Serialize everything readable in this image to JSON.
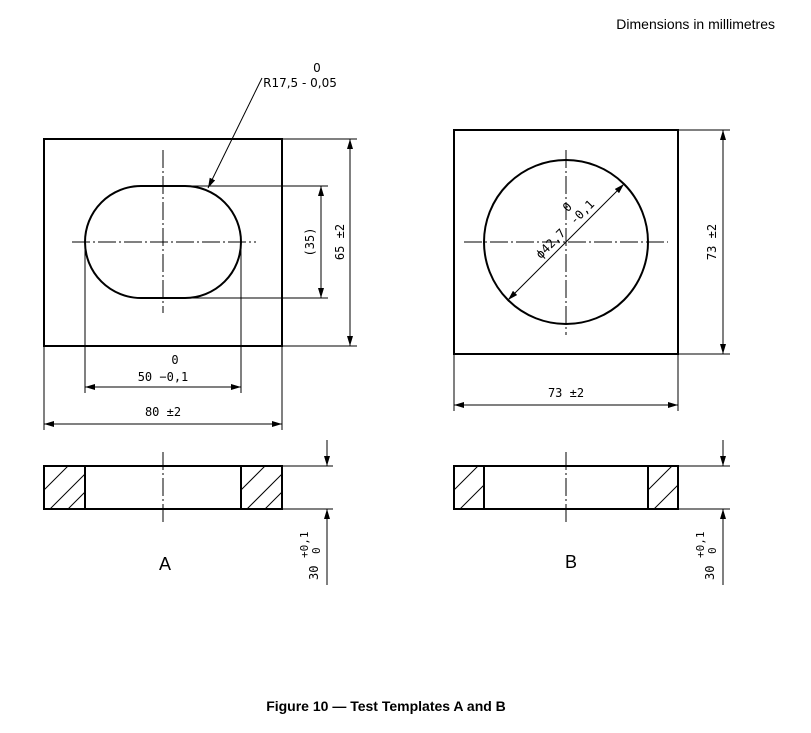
{
  "header": {
    "units_note": "Dimensions in millimetres"
  },
  "template_a": {
    "label": "A",
    "radius_tol_upper": "0",
    "radius_dim": "R17,5 - 0,05",
    "slot_height": "(35)",
    "height": "65 ±2",
    "slot_width_tol_upper": "0",
    "slot_width": "50 −0,1",
    "width": "80 ±2",
    "thickness": "30",
    "thickness_tol_upper": "+0,1",
    "thickness_tol_lower": "0"
  },
  "template_b": {
    "label": "B",
    "diameter": "ϕ42,7",
    "diameter_tol_upper": "0",
    "diameter_tol_lower": "-0,1",
    "height": "73 ±2",
    "width": "73 ±2",
    "thickness": "30",
    "thickness_tol_upper": "+0,1",
    "thickness_tol_lower": "0"
  },
  "caption": "Figure 10 — Test Templates A and B"
}
